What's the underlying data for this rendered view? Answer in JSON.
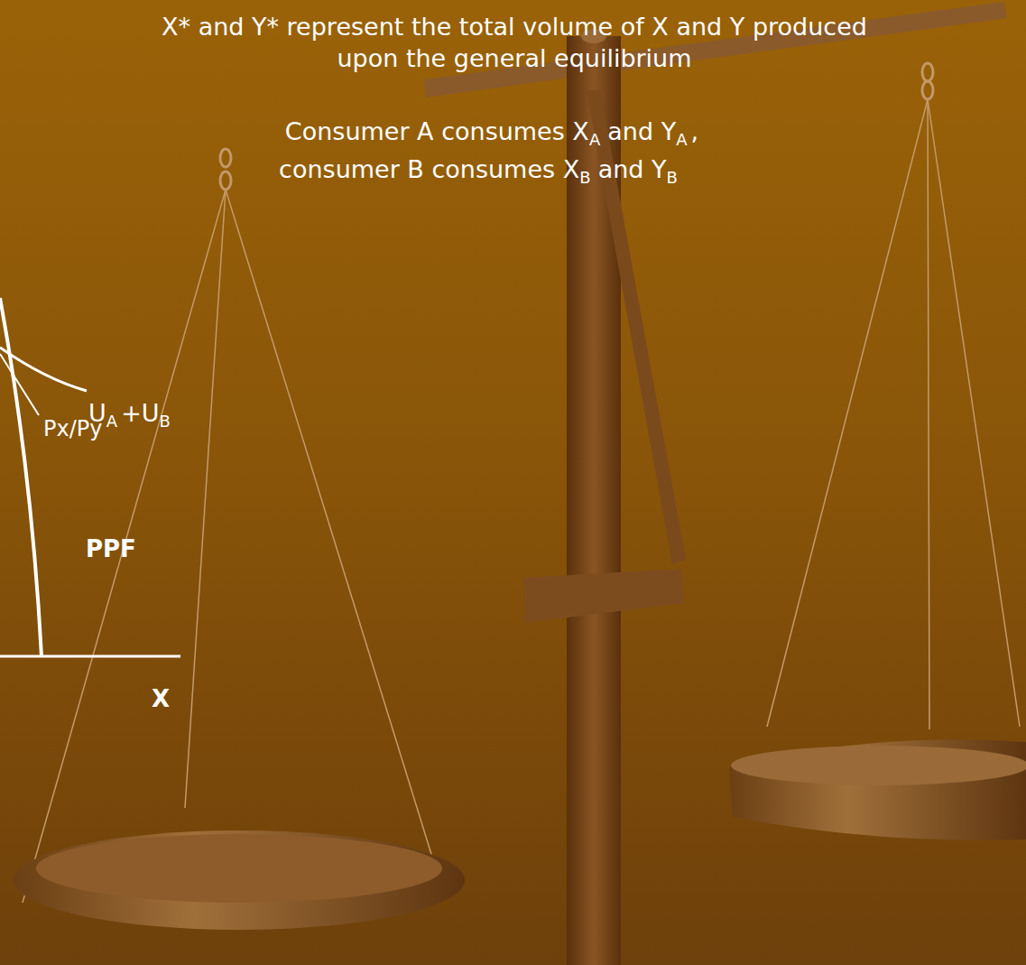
{
  "diagram": {
    "labels": [
      "X* and Y* represent the total volume of X and Y produced upon the general equilibrium",
      "Consumer A consumes X",
      "A",
      "and Y",
      "A",
      ",",
      "consumer B consumes X",
      "B",
      "and Y",
      "B",
      "U",
      "A",
      "+U",
      "B",
      "Px/Py",
      "PPF",
      "X"
    ]
  }
}
